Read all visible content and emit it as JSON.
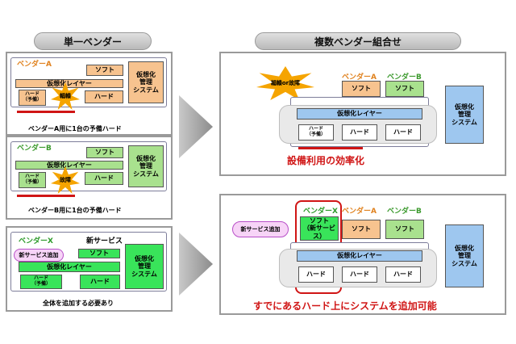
{
  "headers": {
    "left": "単一ベンダー",
    "right": "複数ベンダー組合せ"
  },
  "common": {
    "virtual_layer": "仮想化レイヤー",
    "soft": "ソフト",
    "hard": "ハード",
    "spare_hard": "ハード\n（予備）",
    "mgmt_system": "仮想化\n管理\nシステム"
  },
  "vendors": {
    "A": "ベンダーA",
    "B": "ベンダーB",
    "X": "ベンダーX"
  },
  "bursts": {
    "congestion": "輻輳",
    "failure": "故障",
    "congestion_or_failure": "輻輳or故障"
  },
  "new_service": {
    "label": "新サービス",
    "add": "新サービス追加",
    "soft_new": "ソフト\n（新サービス）"
  },
  "captions": {
    "a_spare": "ベンダーA用に1台の予備ハード",
    "b_spare": "ベンダーB用に1台の予備ハード",
    "add_all": "全体を追加する必要あり",
    "efficiency": "設備利用の効率化",
    "add_on_existing": "すでにあるハード上にシステムを追加可能"
  },
  "colors": {
    "vendor_a": "#f7c38f",
    "vendor_b": "#a9e18e",
    "vendor_x": "#39e45a",
    "virtual_layer": "#9ec7ef",
    "highlight_red": "#d01515"
  }
}
